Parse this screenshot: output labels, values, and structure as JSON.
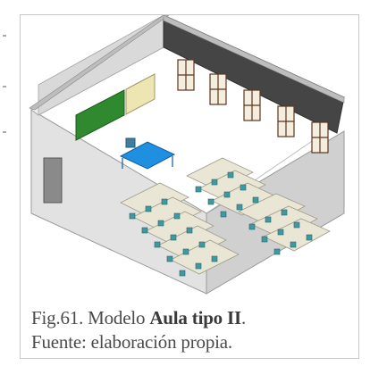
{
  "figure": {
    "caption_prefix": "Fig.61. Modelo ",
    "caption_bold": "Aula tipo II",
    "caption_suffix": ".",
    "source_line": "Fuente: elaboración propia."
  },
  "colors": {
    "chalkboard": "#2f8a2f",
    "whiteboard": "#ede6b2",
    "teacher_desk": "#1f8fe0",
    "dark_wall": "#3f3f3f",
    "light_wall": "#d8d8d8",
    "floor": "#ffffff",
    "window_frame": "#7a4a2a",
    "chair": "#3e9aa0",
    "desk_top": "#e9e6d6"
  }
}
